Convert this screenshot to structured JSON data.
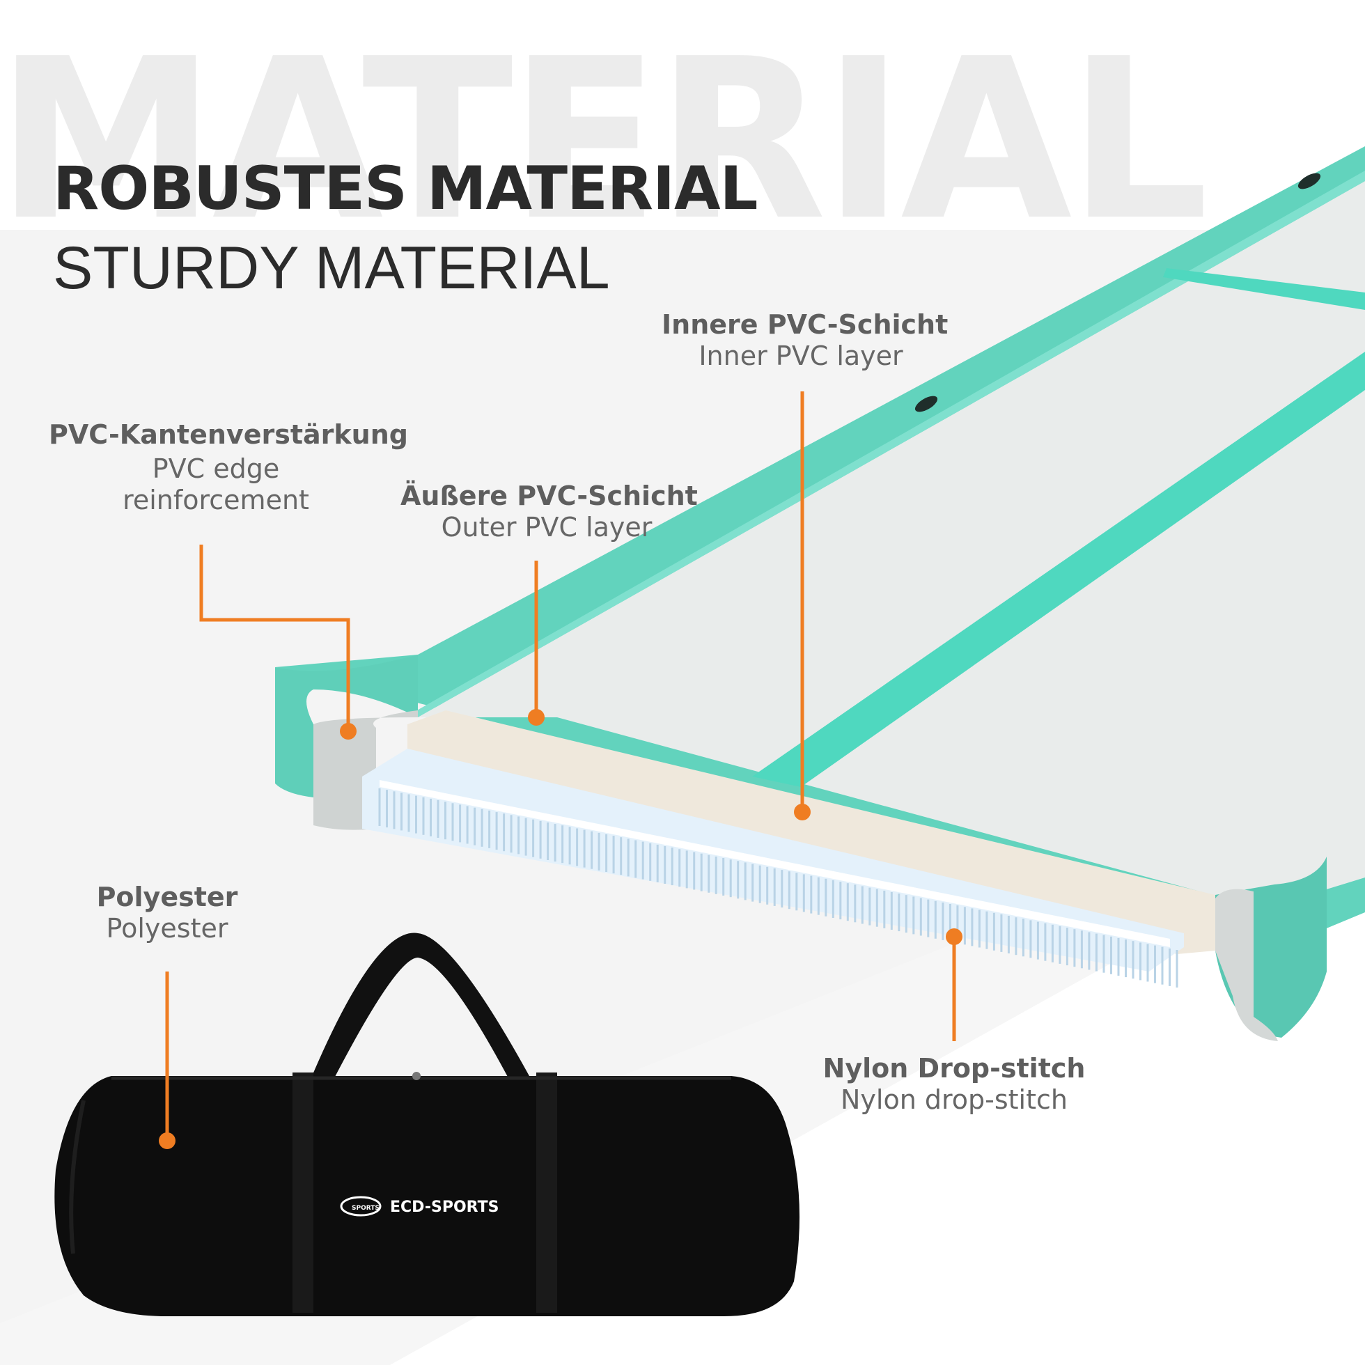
{
  "background": {
    "watermark": "MATERIAL",
    "accent": "#ef7d22",
    "mint": "#57d9c1"
  },
  "heading": {
    "de": "ROBUSTES MATERIAL",
    "en": "STURDY MATERIAL"
  },
  "labels": {
    "inner_layer": {
      "de": "Innere PVC-Schicht",
      "en": "Inner PVC layer"
    },
    "edge": {
      "de": "PVC-Kantenverstärkung",
      "en": "PVC edge reinforcement"
    },
    "outer_layer": {
      "de": "Äußere PVC-Schicht",
      "en": "Outer PVC layer"
    },
    "polyester": {
      "de": "Polyester",
      "en": "Polyester"
    },
    "dropstitch": {
      "de": "Nylon Drop-stitch",
      "en": "Nylon drop-stitch"
    }
  },
  "bag": {
    "brand": "ECD-SPORTS",
    "logo_text": "SPORTS"
  }
}
